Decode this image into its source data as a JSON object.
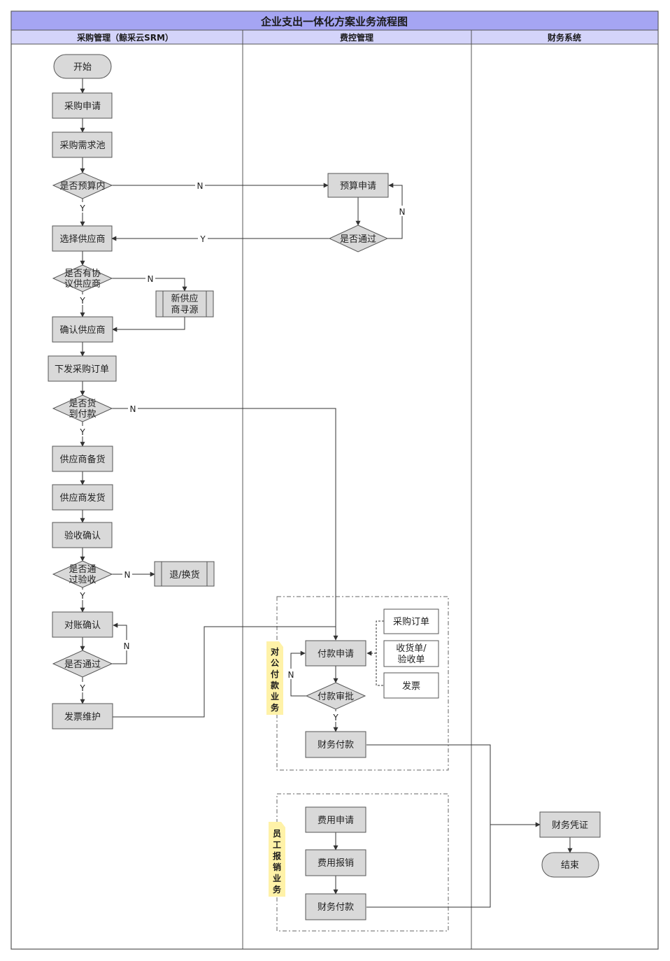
{
  "title": "企业支出一体化方案业务流程图",
  "lanes": [
    "采购管理（鲸采云SRM）",
    "费控管理",
    "财务系统"
  ],
  "nodes": {
    "start": "开始",
    "purchase_request": "采购申请",
    "demand_pool": "采购需求池",
    "in_budget": "是否预算内",
    "budget_apply": "预算申请",
    "budget_pass": "是否通过",
    "select_supplier": "选择供应商",
    "has_agreement_1": "是否有协",
    "has_agreement_2": "议供应商",
    "new_sourcing_1": "新供应",
    "new_sourcing_2": "商寻源",
    "confirm_supplier": "确认供应商",
    "issue_order": "下发采购订单",
    "pay_on_delivery_1": "是否货",
    "pay_on_delivery_2": "到付款",
    "supplier_stock": "供应商备货",
    "supplier_ship": "供应商发货",
    "acceptance": "验收确认",
    "pass_accept_1": "是否通",
    "pass_accept_2": "过验收",
    "return_exchange": "退/换货",
    "reconcile": "对账确认",
    "reconcile_pass": "是否通过",
    "invoice_maint": "发票维护",
    "purchase_order_doc": "采购订单",
    "receipt_doc_1": "收货单/",
    "receipt_doc_2": "验收单",
    "invoice_doc": "发票",
    "payment_apply": "付款申请",
    "payment_approve": "付款审批",
    "finance_pay_1": "财务付款",
    "expense_apply": "费用申请",
    "expense_reimburse": "费用报销",
    "finance_pay_2": "财务付款",
    "voucher": "财务凭证",
    "end": "结束"
  },
  "edge_labels": {
    "yes": "Y",
    "no": "N"
  },
  "groups": {
    "corporate_payment": [
      "对",
      "公",
      "付",
      "款",
      "业",
      "务"
    ],
    "employee_reimburse": [
      "员",
      "工",
      "报",
      "销",
      "业",
      "务"
    ]
  },
  "colors": {
    "header_fill": "#A5A5F3",
    "lane_header_fill": "#D4D4FA",
    "box_fill": "#D9D9D9",
    "border": "#555555",
    "tag_fill": "#FFF2A8"
  }
}
